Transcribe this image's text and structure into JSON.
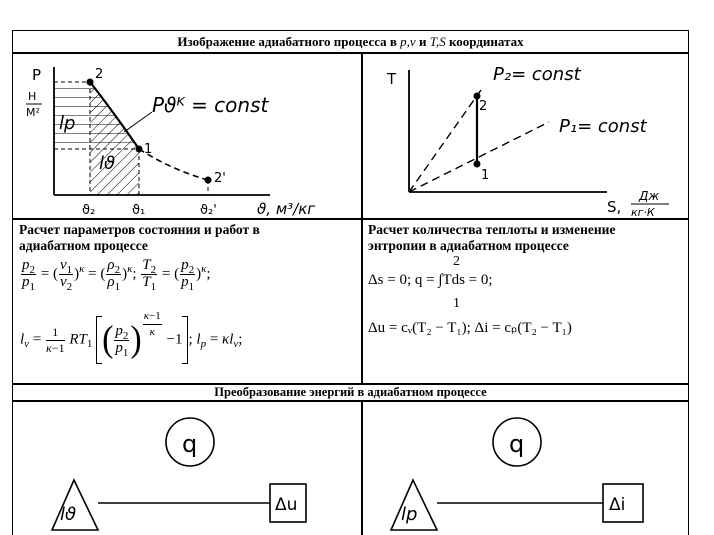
{
  "header": {
    "prefix": "Изображение адиабатного процесса в ",
    "coords1": "p,v",
    "conj": " и ",
    "coords2": "T,S",
    "suffix": " координатах"
  },
  "pv_diagram": {
    "y_axis_label": "P",
    "y_unit_top": "Н",
    "y_unit_bottom": "М²",
    "x_axis_label": "ϑ, м³/кг",
    "equation": "Pϑᴷ = const",
    "area_lp": "lp",
    "area_lv": "lϑ",
    "point_1": "1",
    "point_2": "2",
    "point_2prime": "2'",
    "tick_v2": "ϑ₂",
    "tick_v1": "ϑ₁",
    "tick_v2prime": "ϑ₂'"
  },
  "ts_diagram": {
    "y_axis_label": "T",
    "x_axis_label": "S,",
    "x_unit_top": "Дж",
    "x_unit_bottom": "кг·К",
    "p2_label": "P₂= const",
    "p1_label": "P₁= const",
    "point_1": "1",
    "point_2": "2"
  },
  "left_calc": {
    "title_line1": "Расчет параметров состояния и работ в",
    "title_line2": "адиабатном процессе"
  },
  "right_calc": {
    "title_line1": "Расчет количества теплоты и изменение",
    "title_line2": "энтропии в адиабатном процессе",
    "eq1": "Δs = 0; q = ∫Tds = 0;",
    "int_upper": "2",
    "int_lower": "1",
    "eq2": "Δu = cᵥ(T₂ − T₁); Δi = cₚ(T₂ − T₁)"
  },
  "section2": {
    "title": "Преобразование энергий в адиабатном процессе"
  },
  "energy_left": {
    "q": "q",
    "triangle": "lϑ",
    "box": "Δu"
  },
  "energy_right": {
    "q": "q",
    "triangle": "lp",
    "box": "Δi"
  }
}
